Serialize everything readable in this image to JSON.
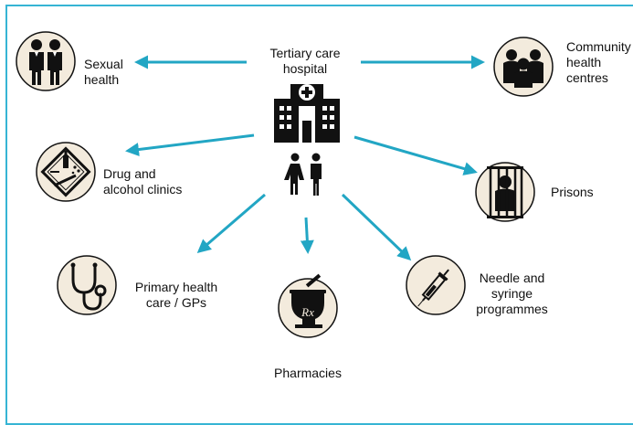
{
  "hub": {
    "label": "Tertiary care\nhospital"
  },
  "nodes": [
    {
      "id": "sexual-health",
      "label": "Sexual\nhealth",
      "icon": "two-men-icon"
    },
    {
      "id": "community-health",
      "label": "Community\nhealth\ncentres",
      "icon": "community-group-icon"
    },
    {
      "id": "drug-alcohol",
      "label": "Drug and\nalcohol clinics",
      "icon": "drug-alcohol-sign-icon"
    },
    {
      "id": "prisons",
      "label": "Prisons",
      "icon": "prisoner-bars-icon"
    },
    {
      "id": "primary-health",
      "label": "Primary health\ncare / GPs",
      "icon": "stethoscope-icon"
    },
    {
      "id": "pharmacies",
      "label": "Pharmacies",
      "icon": "mortar-pestle-rx-icon"
    },
    {
      "id": "needle-syringe",
      "label": "Needle and\nsyringe\nprogrammes",
      "icon": "syringe-icon"
    }
  ],
  "rx_glyph": "Rx",
  "colors": {
    "arrow": "#22a6c4",
    "border": "#36b4d4",
    "icon_bg": "#f3ebdd",
    "icon_stroke": "#111111"
  }
}
